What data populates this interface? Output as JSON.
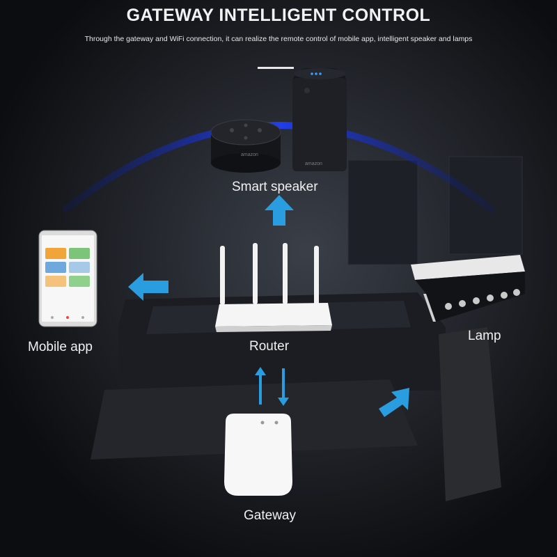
{
  "header": {
    "title": "GATEWAY INTELLIGENT CONTROL",
    "subtitle": "Through the gateway and WiFi connection, it can realize the remote control of mobile app, intelligent speaker and lamps"
  },
  "nodes": {
    "speaker": {
      "label": "Smart speaker",
      "brand": "amazon"
    },
    "mobile": {
      "label": "Mobile app"
    },
    "router": {
      "label": "Router"
    },
    "lamp": {
      "label": "Lamp"
    },
    "gateway": {
      "label": "Gateway"
    }
  },
  "colors": {
    "arc": "#1e3cff",
    "arrow": "#2a9de0",
    "background": "#0c0d10"
  },
  "icons": {
    "speaker": "smart-speaker-icon",
    "mobile": "smartphone-icon",
    "router": "router-icon",
    "lamp": "track-lamp-icon",
    "gateway": "gateway-hub-icon"
  }
}
